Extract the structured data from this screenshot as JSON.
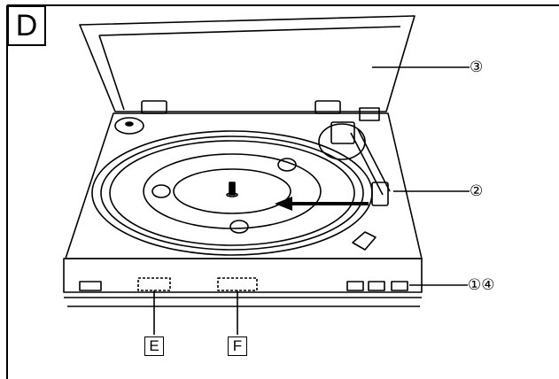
{
  "section_letter": "D",
  "callouts": {
    "cover": "③",
    "arm": "②",
    "buttons": "①④"
  },
  "panel_labels": {
    "e": "E",
    "f": "F"
  },
  "colors": {
    "line": "#000000",
    "background": "#ffffff"
  }
}
